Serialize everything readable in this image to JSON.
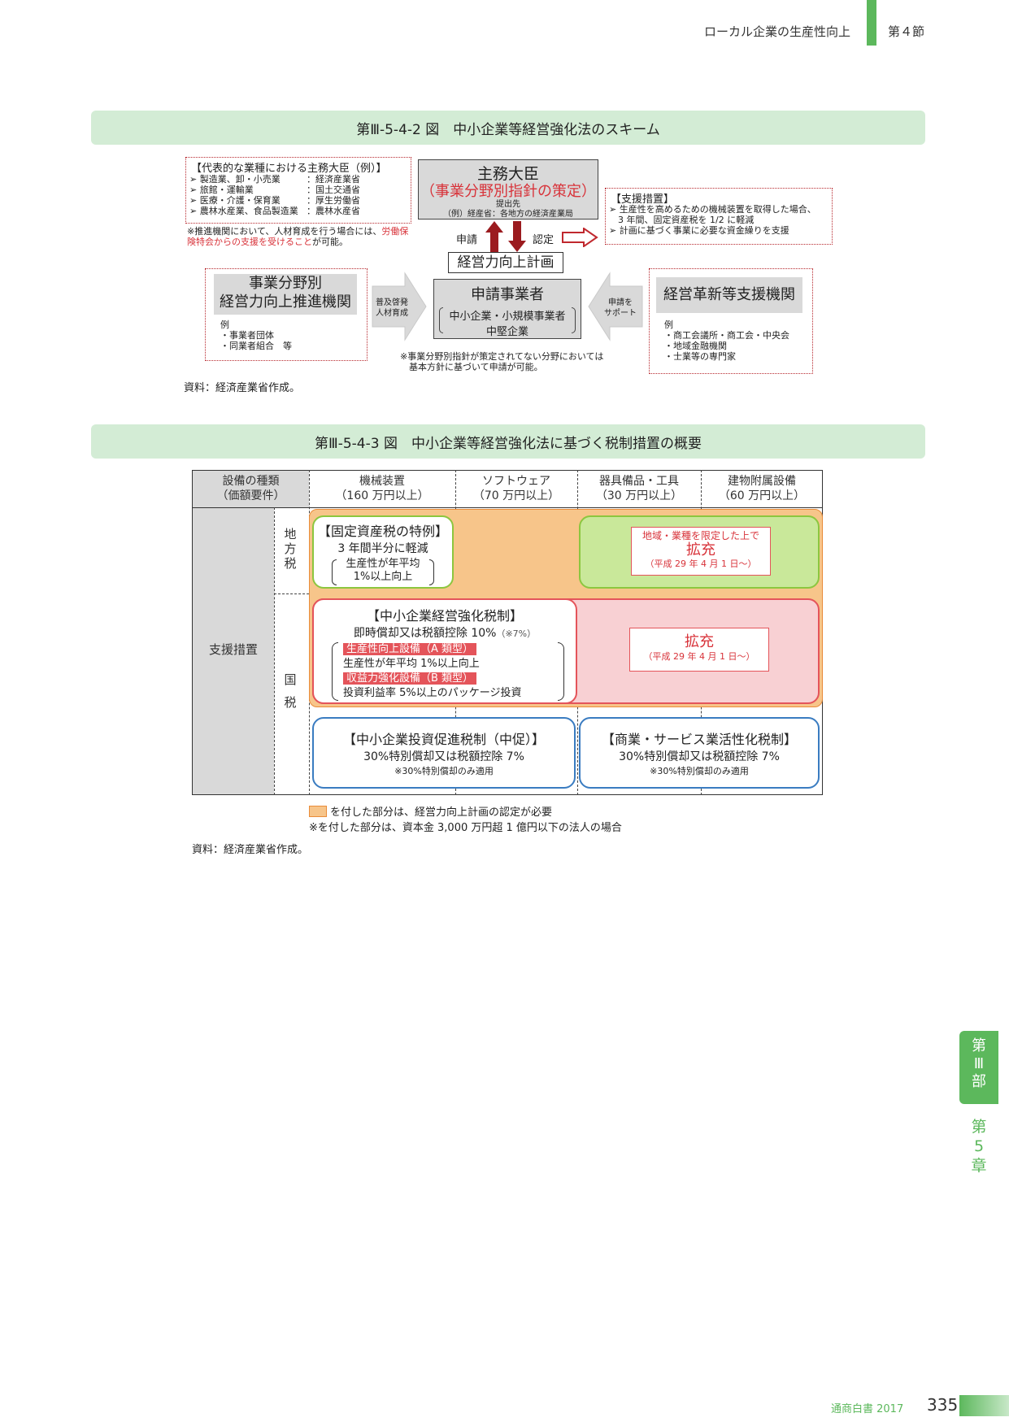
{
  "header": {
    "section_title": "ローカル企業の生産性向上",
    "section_number": "第４節"
  },
  "figure1": {
    "title": "第Ⅲ-5-4-2 図　中小企業等経営強化法のスキーム",
    "ministers_box": {
      "heading": "【代表的な業種における主務大臣（例）】",
      "rows": [
        {
          "industry": "➢ 製造業、卸・小売業",
          "minister": "：経済産業省"
        },
        {
          "industry": "➢ 旅館・運輸業",
          "minister": "：国土交通省"
        },
        {
          "industry": "➢ 医療・介護・保育業",
          "minister": "：厚生労働省"
        },
        {
          "industry": "➢ 農林水産業、食品製造業",
          "minister": "：農林水産省"
        }
      ]
    },
    "note_promotion_prefix": "※推進機関において、人材育成を行う場合には、",
    "note_promotion_red": "労働保険特会からの支援を受けること",
    "note_promotion_suffix": "が可能。",
    "main_minister": {
      "title": "主務大臣",
      "paren_open": "（",
      "policy_red": "事業分野別指針",
      "policy_suffix": "の策定）",
      "submit_to": "提出先",
      "example": "（例）経産省：各地方の経済産業局"
    },
    "label_apply": "申請",
    "label_approve": "認定",
    "support_box": {
      "heading": "【支援措置】",
      "items": [
        "➢ 生産性を高めるための機械装置を取得した場合、",
        "　3 年間、固定資産税を 1/2 に軽減",
        "➢ 計画に基づく事業に必要な資金繰りを支援"
      ]
    },
    "plan_label": "経営力向上計画",
    "applicant": {
      "title": "申請事業者",
      "sub1": "中小企業・小規模事業者",
      "sub2": "中堅企業"
    },
    "promotion_org": {
      "title1": "事業分野別",
      "title2": "経営力向上推進機関",
      "example_label": "例",
      "examples": [
        "・事業者団体",
        "・同業者組合　等"
      ]
    },
    "left_arrow_text": [
      "普及啓発",
      "人材育成"
    ],
    "right_arrow_text": [
      "申請を",
      "サポート"
    ],
    "support_org": {
      "title": "経営革新等支援機関",
      "example_label": "例",
      "examples": [
        "・商工会議所・商工会・中央会",
        "・地域金融機関",
        "・士業等の専門家"
      ]
    },
    "note_guideline": [
      "※事業分野別指針が策定されてない分野においては",
      "　基本方針に基づいて申請が可能。"
    ],
    "source": "資料：経済産業省作成。"
  },
  "figure2": {
    "title": "第Ⅲ-5-4-3 図　中小企業等経営強化法に基づく税制措置の概要",
    "header_row": [
      {
        "line1": "設備の種類",
        "line2": "（価額要件）"
      },
      {
        "line1": "機械装置",
        "line2": "（160 万円以上）"
      },
      {
        "line1": "ソフトウェア",
        "line2": "（70 万円以上）"
      },
      {
        "line1": "器具備品・工具",
        "line2": "（30 万円以上）"
      },
      {
        "line1": "建物附属設備",
        "line2": "（60 万円以上）"
      }
    ],
    "support_label": "支援措置",
    "local_tax": [
      "地",
      "方",
      "税"
    ],
    "national_tax": [
      "国",
      "税"
    ],
    "fixed_asset": {
      "title": "【固定資産税の特例】",
      "line": "3 年間半分に軽減",
      "cond1": "生産性が年平均",
      "cond2": "1%以上向上"
    },
    "expand_local": {
      "limit": "地域・業種を限定した上で",
      "label": "拡充",
      "date": "（平成 29 年 4 月 1 日～）"
    },
    "strengthen": {
      "title": "【中小企業経営強化税制】",
      "line": "即時償却又は税額控除 10%",
      "note": "（※7%）",
      "a_label": "生産性向上設備（A 類型）",
      "a_cond": "生産性が年平均 1%以上向上",
      "b_label": "収益力強化設備（B 類型）",
      "b_cond": "投資利益率 5%以上のパッケージ投資"
    },
    "expand_national": {
      "label": "拡充",
      "date": "（平成 29 年 4 月 1 日～）"
    },
    "investment": {
      "title": "【中小企業投資促進税制（中促）】",
      "line": "30%特別償却又は税額控除 7%",
      "note": "※30%特別償却のみ適用"
    },
    "commerce": {
      "title": "【商業・サービス業活性化税制】",
      "line": "30%特別償却又は税額控除 7%",
      "note": "※30%特別償却のみ適用"
    },
    "legend1": "を付した部分は、経営力向上計画の認定が必要",
    "legend2": "※を付した部分は、資本金 3,000 万円超 1 億円以下の法人の場合",
    "source": "資料：経済産業省作成。",
    "colors": {
      "orange": "#f7c58a",
      "green": "#c9e89a",
      "pink": "#f8d0d3",
      "red_label": "#e4545a"
    }
  },
  "side_tab": {
    "part": [
      "第",
      "Ⅲ",
      "部"
    ],
    "chapter": [
      "第",
      "5",
      "章"
    ]
  },
  "footer": {
    "book": "通商白書 2017",
    "page": "335"
  }
}
